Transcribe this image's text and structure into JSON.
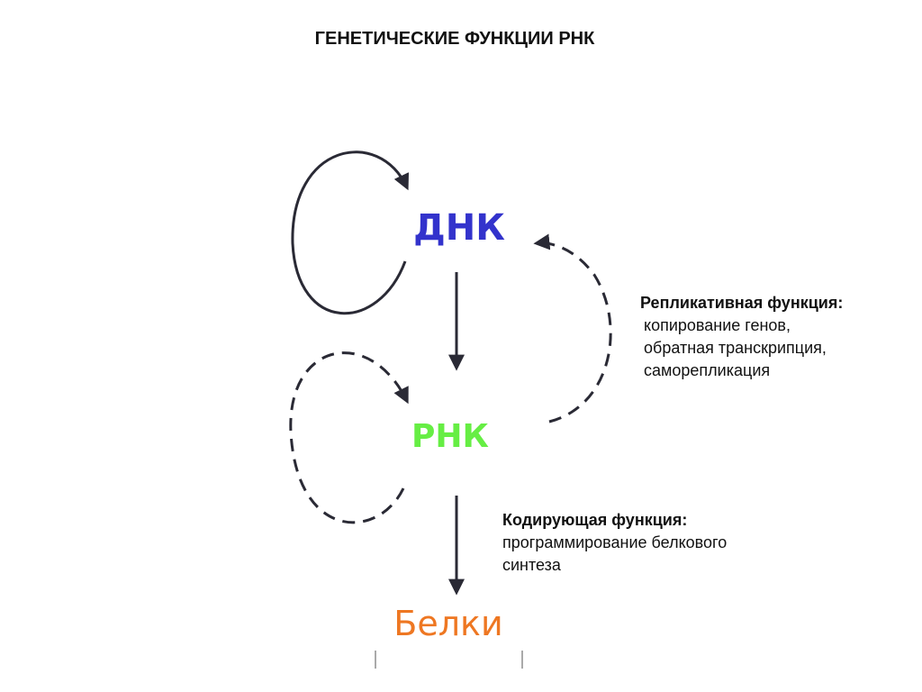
{
  "title": "ГЕНЕТИЧЕСКИЕ ФУНКЦИИ РНК",
  "nodes": {
    "dna": "ДНК",
    "rna": "РНК",
    "protein": "Белки"
  },
  "colors": {
    "dna": "#3333cc",
    "rna": "#66ee44",
    "protein": "#ee7722",
    "arrow": "#2a2a35"
  },
  "replicative": {
    "heading": "Репликативная функция:",
    "lines": [
      "копирование генов,",
      "обратная транскрипция,",
      "саморепликация"
    ]
  },
  "coding": {
    "heading": "Кодирующая функция:",
    "lines": [
      "программирование белкового",
      "синтеза"
    ]
  }
}
